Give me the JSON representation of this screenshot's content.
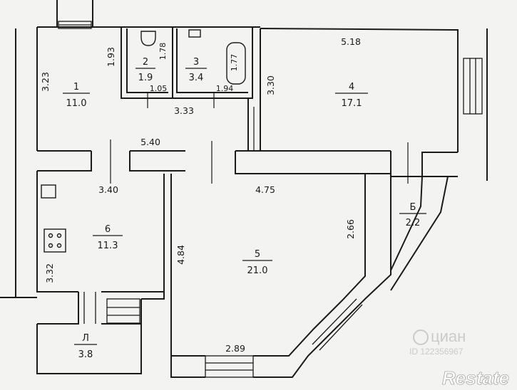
{
  "rooms": {
    "r1": {
      "number": "1",
      "area": "11.0"
    },
    "r2": {
      "number": "2",
      "area": "1.9"
    },
    "r3": {
      "number": "3",
      "area": "3.4"
    },
    "r4": {
      "number": "4",
      "area": "17.1"
    },
    "r5": {
      "number": "5",
      "area": "21.0"
    },
    "r6": {
      "number": "6",
      "area": "11.3"
    },
    "rB": {
      "number": "Б",
      "area": "2.2"
    },
    "rL": {
      "number": "Л",
      "area": "3.8"
    }
  },
  "dimensions": {
    "d_518": "5.18",
    "d_323": "3.23",
    "d_193": "1.93",
    "d_178": "1.78",
    "d_177": "1.77",
    "d_105": "1.05",
    "d_194": "1.94",
    "d_333": "3.33",
    "d_330": "3.30",
    "d_540": "5.40",
    "d_340": "3.40",
    "d_475": "4.75",
    "d_266": "2.66",
    "d_484": "4.84",
    "d_332": "3.32",
    "d_289": "2.89"
  },
  "watermarks": {
    "cian": "циан",
    "cian_id": "ID 122356967",
    "restate": "Restate"
  },
  "colors": {
    "paper": "#f3f3f1",
    "wall": "#1a1a1a"
  }
}
